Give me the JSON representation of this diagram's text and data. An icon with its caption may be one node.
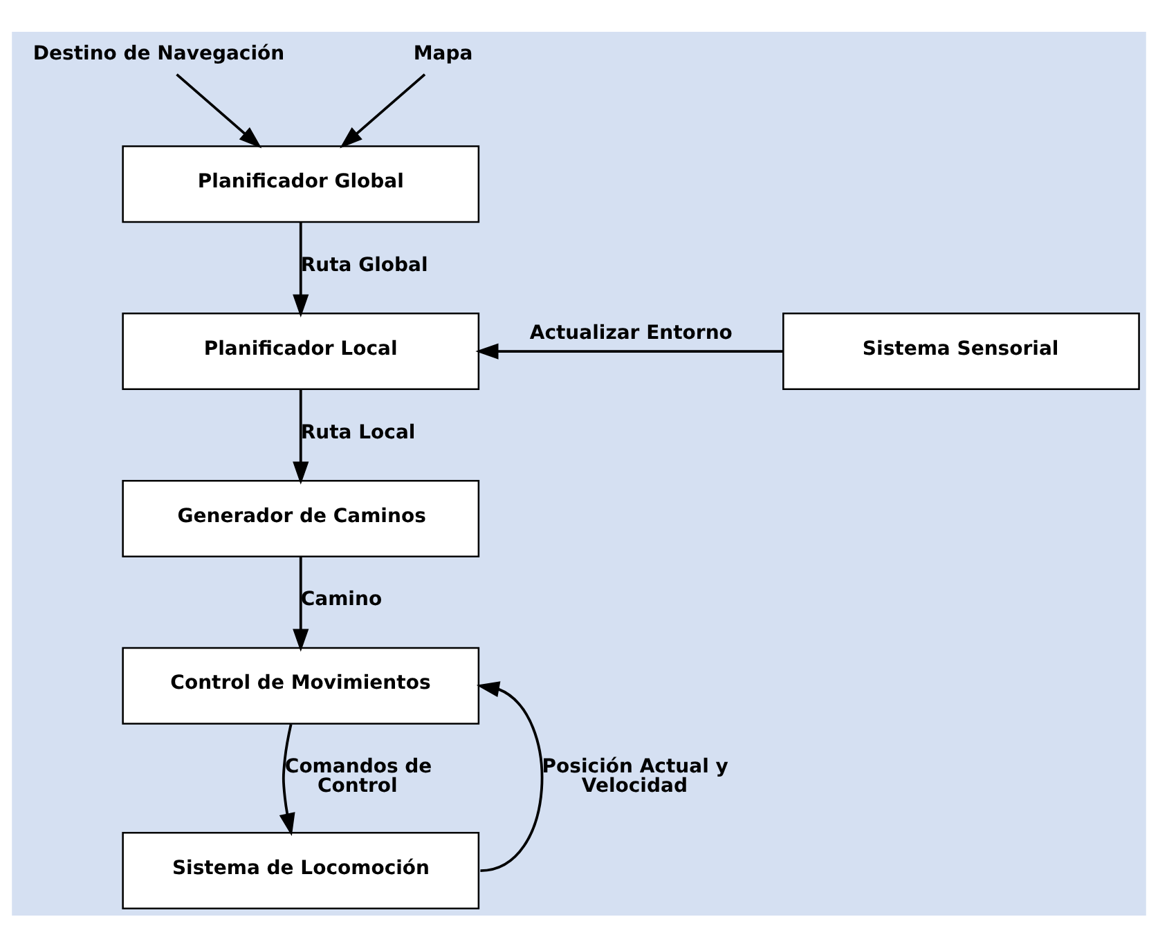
{
  "diagram": {
    "nodes": [
      {
        "text": [
          "Destino de Navegación"
        ]
      },
      {
        "text": [
          "Mapa"
        ]
      },
      {
        "text": [
          "Planificador Global"
        ]
      },
      {
        "text": [
          "Planificador Local"
        ]
      },
      {
        "text": [
          "Sistema Sensorial"
        ]
      },
      {
        "text": [
          "Generador de Caminos"
        ]
      },
      {
        "text": [
          "Control de Movimientos"
        ]
      },
      {
        "text": [
          "Sistema de Locomoción"
        ]
      }
    ],
    "edges": [
      {
        "from": 0,
        "to": 2,
        "arrow": "to"
      },
      {
        "from": 1,
        "to": 2,
        "arrow": "to"
      },
      {
        "from": 2,
        "to": 3,
        "arrow": "to",
        "label": "Ruta Global"
      },
      {
        "from": 4,
        "to": 3,
        "arrow": "to",
        "label": "Actualizar Entorno"
      },
      {
        "from": 3,
        "to": 5,
        "arrow": "to",
        "label": "Ruta Local"
      },
      {
        "from": 5,
        "to": 6,
        "arrow": "to",
        "label": "Camino"
      },
      {
        "from": 6,
        "to": 7,
        "arrow": "to",
        "label": "Comandos de Control"
      },
      {
        "from": 7,
        "to": 6,
        "arrow": "to",
        "label": "Posición Actual y Velocidad"
      }
    ]
  }
}
